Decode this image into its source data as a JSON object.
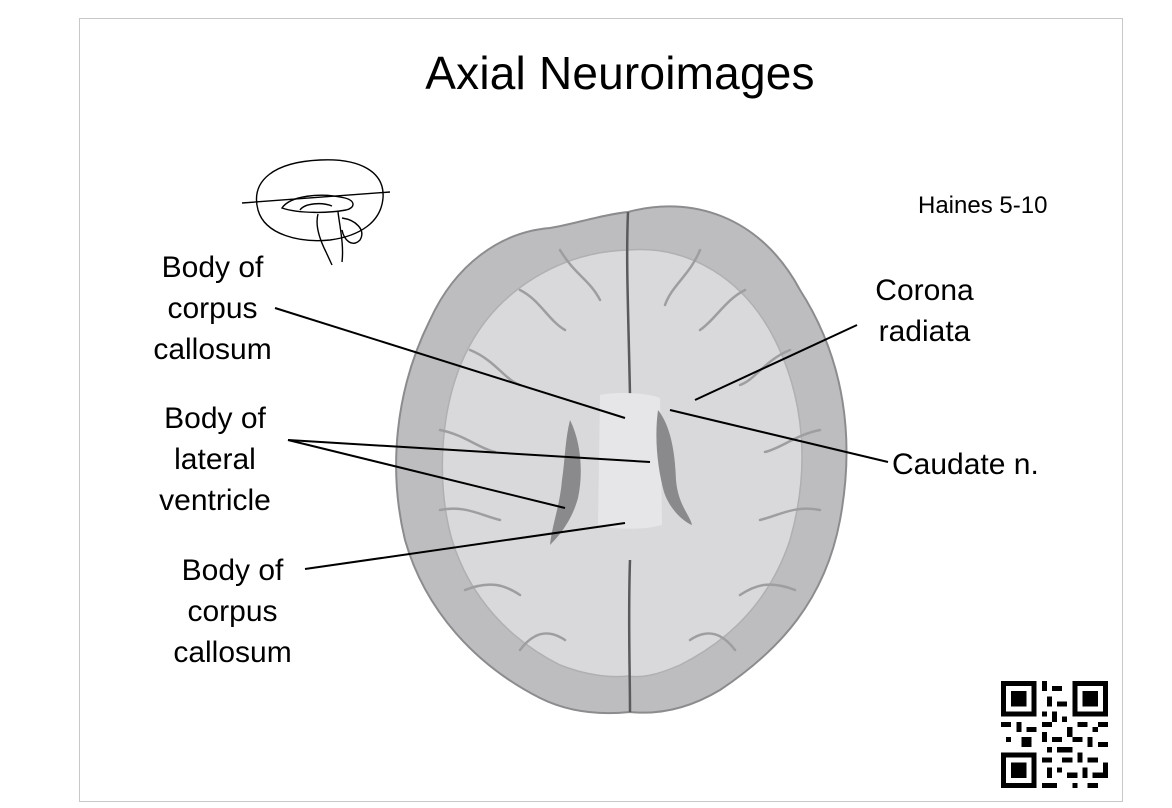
{
  "title": "Axial Neuroimages",
  "reference": "Haines 5-10",
  "labels": {
    "body_cc_top": [
      "Body of",
      "corpus",
      "callosum"
    ],
    "lateral_ventricle": [
      "Body of",
      "lateral",
      "ventricle"
    ],
    "body_cc_bottom": [
      "Body of",
      "corpus",
      "callosum"
    ],
    "corona_radiata": [
      "Corona",
      "radiata"
    ],
    "caudate": [
      "Caudate n."
    ]
  },
  "icons": {
    "orientation": "sagittal-brain-icon",
    "brain": "axial-brain-section-icon",
    "qr": "qr-code-icon"
  },
  "colors": {
    "tissue": "#bdbdbf",
    "white_matter": "#d9d9db",
    "ventricle": "#8a8a8c"
  }
}
